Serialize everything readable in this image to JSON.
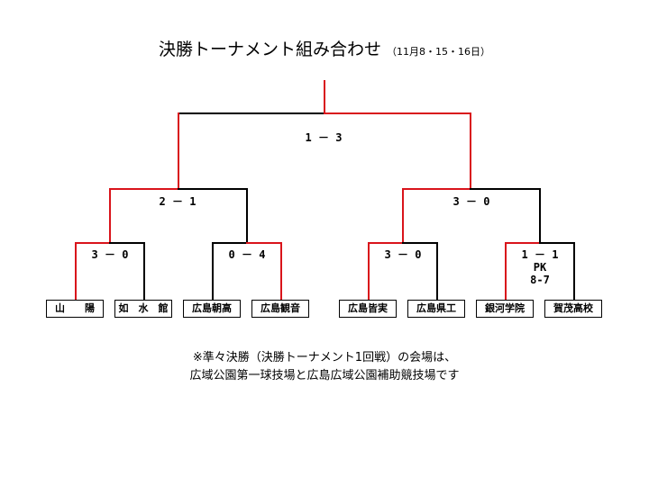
{
  "title": {
    "main": "決勝トーナメント組み合わせ",
    "dates": "（11月8・15・16日）"
  },
  "colors": {
    "winner": "#d9141b",
    "loser": "#000000"
  },
  "final": {
    "score": "1 － 3"
  },
  "semis": [
    {
      "score": "2 － 1"
    },
    {
      "score": "3 － 0"
    }
  ],
  "quarters": [
    {
      "score": "3 － 0"
    },
    {
      "score": "0 － 4"
    },
    {
      "score": "3 － 0"
    },
    {
      "score": "1 － 1",
      "pk_label": "PK",
      "pk_score": "8-7"
    }
  ],
  "teams": [
    "山　　陽",
    "如　水　館",
    "広島朝高",
    "広島観音",
    "広島皆実",
    "広島県工",
    "銀河学院",
    "賀茂高校"
  ],
  "note": {
    "line1": "※準々決勝（決勝トーナメント1回戦）の会場は、",
    "line2": "広域公園第一球技場と広島広域公園補助競技場です"
  }
}
